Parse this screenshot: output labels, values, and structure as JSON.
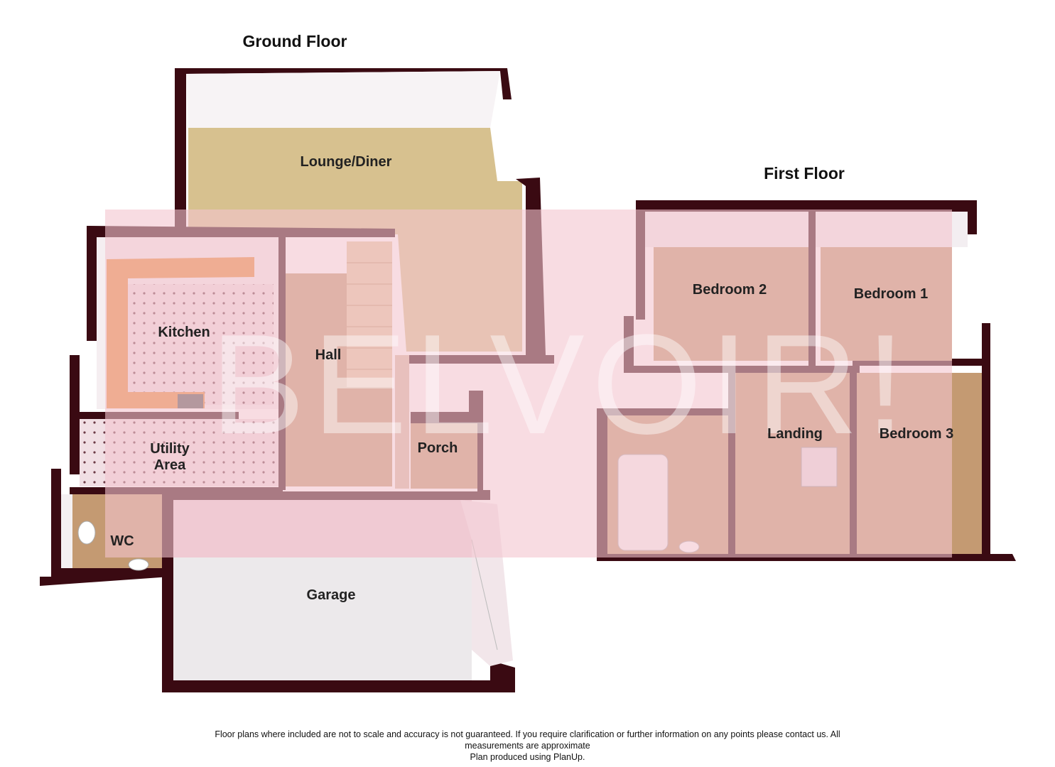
{
  "floors": {
    "ground": {
      "title": "Ground Floor",
      "rooms": {
        "lounge": "Lounge/Diner",
        "kitchen": "Kitchen",
        "hall": "Hall",
        "utility_line1": "Utility",
        "utility_line2": "Area",
        "wc": "WC",
        "porch": "Porch",
        "garage": "Garage"
      }
    },
    "first": {
      "title": "First Floor",
      "rooms": {
        "bedroom2": "Bedroom 2",
        "bedroom1": "Bedroom 1",
        "landing": "Landing",
        "bedroom3": "Bedroom 3"
      }
    }
  },
  "watermark": "BELVOIR!",
  "footer": {
    "line1": "Floor plans where included are not to scale and accuracy is not guaranteed. If you require clarification or further information on any points please contact us. All",
    "line2": "measurements are approximate",
    "line3": "Plan produced using PlanUp."
  },
  "colors": {
    "wall": "#3a0a12",
    "floor_wood": "#c79a6a",
    "floor_lounge": "#d7c18f",
    "kitchen_counter": "#e8893a",
    "garage_floor": "#e9e6e8",
    "watermark_band": "#f3c4cf"
  }
}
